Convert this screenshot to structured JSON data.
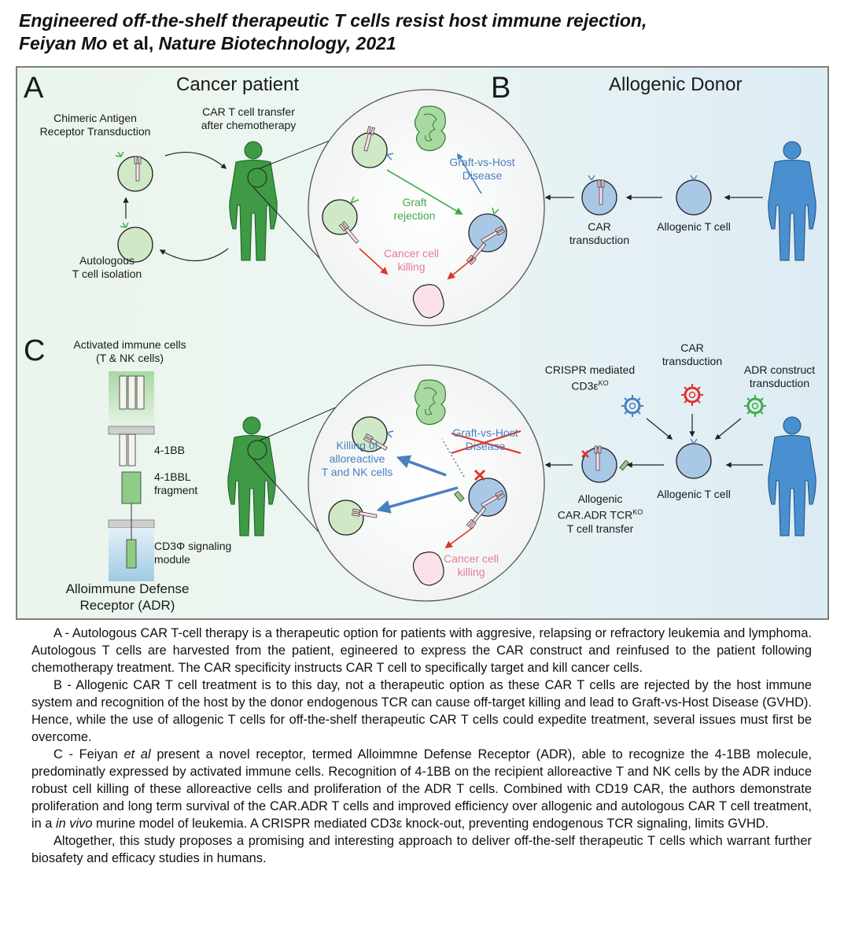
{
  "title": {
    "line1": "Engineered off-the-shelf therapeutic T cells resist host immune rejection,",
    "author": "Feiyan Mo",
    "etal": " et al,",
    "journal": "  Nature Biotechnology, 2021"
  },
  "panel_a": {
    "letter": "A",
    "heading": "Cancer patient",
    "car_transduction": [
      "Chimeric Antigen",
      "Receptor Transduction"
    ],
    "transfer": [
      "CAR T cell transfer",
      "after chemotherapy"
    ],
    "isolation": [
      "Autologous",
      "T cell isolation"
    ],
    "graft_rejection": [
      "Graft",
      "rejection"
    ],
    "gvhd": [
      "Graft-vs-Host",
      "Disease"
    ],
    "killing": [
      "Cancer cell",
      "killing"
    ]
  },
  "panel_b": {
    "letter": "B",
    "heading": "Allogenic Donor",
    "car_transduction": [
      "CAR",
      "transduction"
    ],
    "allogenic_t": "Allogenic T cell"
  },
  "panel_c": {
    "letter": "C",
    "activated": [
      "Activated immune cells",
      "(T & NK cells)"
    ],
    "bb": "4-1BB",
    "bbl": [
      "4-1BBL",
      "fragment"
    ],
    "cd3": [
      "CD3Φ signaling",
      "module"
    ],
    "adr": [
      "Alloimmune Defense",
      "Receptor (ADR)"
    ],
    "killing_allo": [
      "Killing of",
      "alloreactive",
      "T and NK cells"
    ],
    "gvhd": [
      "Graft-vs-Host",
      "Disease"
    ],
    "killing": [
      "Cancer cell",
      "killing"
    ],
    "crispr": "CRISPR mediated",
    "cd3ko": "CD3ε",
    "ko": "KO",
    "car_transduction": [
      "CAR",
      "transduction"
    ],
    "adr_construct": [
      "ADR construct",
      "transduction"
    ],
    "allogenic_t": "Allogenic T cell",
    "transfer": [
      "Allogenic",
      "CAR.ADR TCR",
      "T cell transfer"
    ]
  },
  "caption": {
    "a": "A - Autologous CAR T-cell therapy is a therapeutic option for patients with aggresive, relapsing or refractory leukemia and lymphoma. Autologous T cells are harvested from the patient, egineered to express the CAR construct and reinfused to the patient following chemotherapy treatment. The CAR specificity instructs CAR T cell to specifically target and kill cancer cells.",
    "b": "B - Allogenic CAR T cell treatment is to this day, not a therapeutic option as these CAR T cells are rejected by the host immune system and recognition of the host by the donor endogenous TCR can cause off-target killing and lead to Graft-vs-Host Disease (GVHD). Hence, while the use of allogenic T cells for off-the-shelf therapeutic CAR T cells could expedite treatment, several issues must first be overcome.",
    "c1": "C - Feiyan ",
    "c_etal": "et al",
    "c2": " present a novel receptor, termed Alloimmne Defense Receptor (ADR), able to recognize the 4-1BB molecule, predominatly expressed by activated immune cells. Recognition of 4-1BB on the recipient alloreactive T and NK cells by the ADR induce robust cell killing of these alloreactive cells and proliferation of the ADR T cells. Combined with CD19 CAR, the authors demonstrate proliferation and long term survival of the CAR.ADR T cells and improved efficiency over allogenic and autologous CAR T cell treatment, in a ",
    "c_invivo": "in vivo",
    "c3": " murine model of leukemia. A CRISPR mediated CD3ε knock-out, preventing endogenous TCR signaling, limits GVHD.",
    "d": "Altogether, this study proposes a promising and interesting approach to deliver off-the-self therapeutic T cells which warrant further biosafety and efficacy studies in humans."
  },
  "colors": {
    "green": "#3faa49",
    "blue": "#4a7fc0",
    "pink": "#e97a94",
    "red": "#e0332b",
    "frame": "#7d7d7d"
  },
  "icons": [
    "human-figure-icon",
    "t-cell-icon",
    "intestine-icon",
    "virus-icon",
    "cancer-cell-icon"
  ]
}
